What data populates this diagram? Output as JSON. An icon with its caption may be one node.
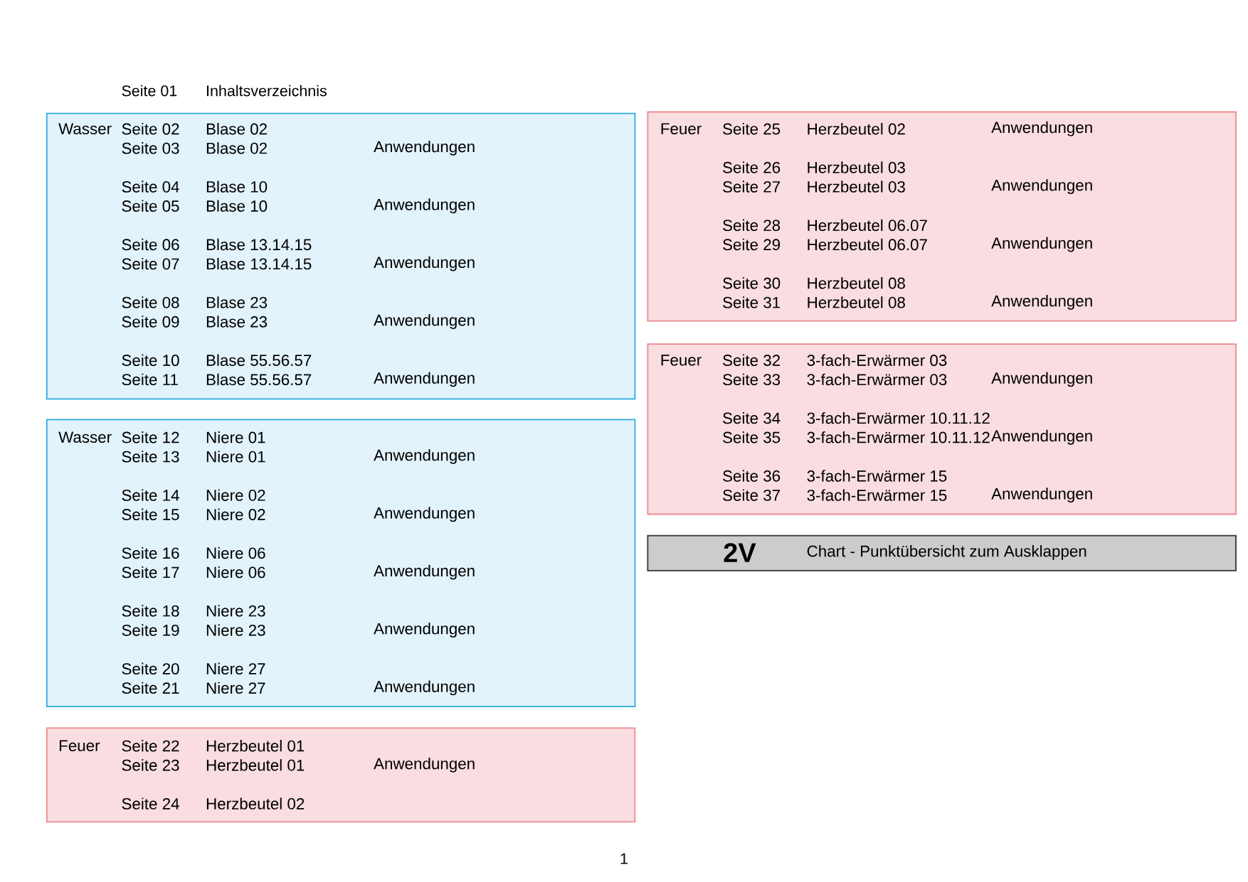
{
  "diagram": {
    "nodes": [
      {
        "text": [
          "Wasser",
          "Seite 02",
          "Blase 02",
          "Seite 03",
          "Blase 02",
          "Anwendungen",
          "Seite 04",
          "Blase 10",
          "Seite 05",
          "Blase 10",
          "Anwendungen",
          "Seite 06",
          "Blase 13.14.15",
          "Seite 07",
          "Blase 13.14.15",
          "Anwendungen",
          "Seite 08",
          "Blase 23",
          "Seite 09",
          "Blase 23",
          "Anwendungen",
          "Seite 10",
          "Blase 55.56.57",
          "Seite 11",
          "Blase 55.56.57",
          "Anwendungen"
        ]
      },
      {
        "text": [
          "Wasser",
          "Seite 12",
          "Niere 01",
          "Seite 13",
          "Niere 01",
          "Anwendungen",
          "Seite 14",
          "Niere 02",
          "Seite 15",
          "Niere 02",
          "Anwendungen",
          "Seite 16",
          "Niere 06",
          "Seite 17",
          "Niere 06",
          "Anwendungen",
          "Seite 18",
          "Niere 23",
          "Seite 19",
          "Niere 23",
          "Anwendungen",
          "Seite 20",
          "Niere 27",
          "Seite 21",
          "Niere 27",
          "Anwendungen"
        ]
      },
      {
        "text": [
          "Feuer",
          "Seite 22",
          "Herzbeutel 01",
          "Seite 23",
          "Herzbeutel 01",
          "Anwendungen",
          "Seite 24",
          "Herzbeutel 02"
        ]
      },
      {
        "text": [
          "Feuer",
          "Seite 25",
          "Herzbeutel 02",
          "Anwendungen",
          "Seite 26",
          "Herzbeutel 03",
          "Seite 27",
          "Herzbeutel 03",
          "Anwendungen",
          "Seite 28",
          "Herzbeutel 06.07",
          "Seite 29",
          "Herzbeutel 06.07",
          "Anwendungen",
          "Seite 30",
          "Herzbeutel 08",
          "Seite 31",
          "Herzbeutel 08",
          "Anwendungen"
        ]
      },
      {
        "text": [
          "Feuer",
          "Seite 32",
          "3-fach-Erwärmer 03",
          "Seite 33",
          "3-fach-Erwärmer 03",
          "Anwendungen",
          "Seite 34",
          "3-fach-Erwärmer 10.11.12",
          "Seite 35",
          "3-fach-Erwärmer 10.11.12",
          "Anwendungen",
          "Seite 36",
          "3-fach-Erwärmer 15",
          "Seite 37",
          "3-fach-Erwärmer 15",
          "Anwendungen"
        ]
      },
      {
        "text": [
          "2V",
          "Chart - Punktübersicht zum Ausklappen"
        ]
      }
    ],
    "labels": [
      "Seite 01",
      "Inhaltsverzeichnis",
      "1"
    ]
  }
}
